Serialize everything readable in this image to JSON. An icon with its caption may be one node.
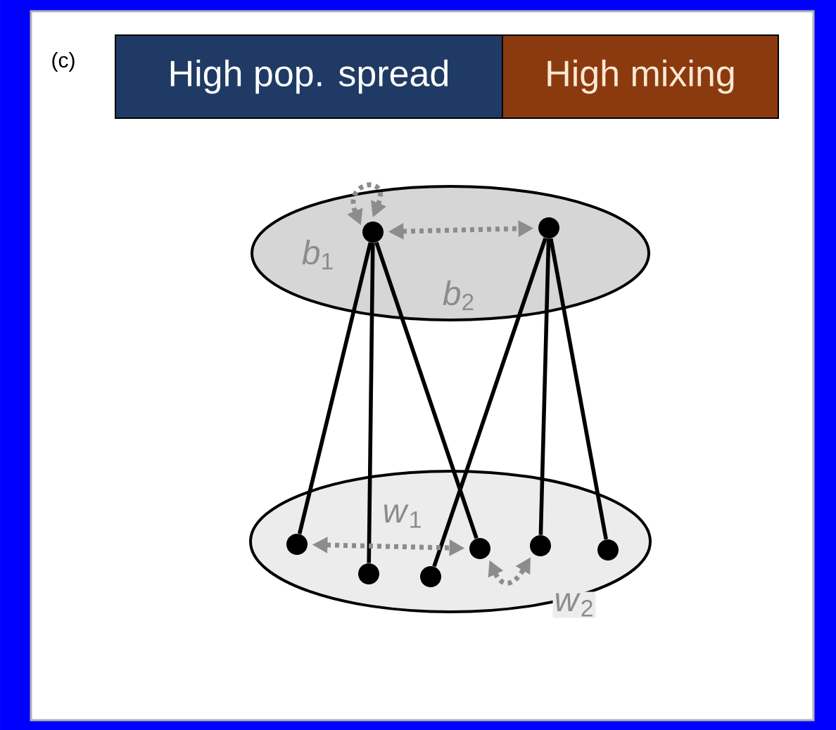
{
  "diagram": {
    "nodes": [
      {
        "text": [
          "High pop. spread"
        ]
      },
      {
        "text": [
          "High mixing"
        ]
      },
      {
        "text": [],
        "shape": "ellipse"
      },
      {
        "text": [],
        "shape": "ellipse"
      },
      {
        "text": [],
        "shape": "circle",
        "in": 2
      },
      {
        "text": [],
        "shape": "circle",
        "in": 2
      },
      {
        "text": [],
        "shape": "circle",
        "in": 3
      },
      {
        "text": [],
        "shape": "circle",
        "in": 3
      },
      {
        "text": [],
        "shape": "circle",
        "in": 3
      },
      {
        "text": [],
        "shape": "circle",
        "in": 3
      },
      {
        "text": [],
        "shape": "circle",
        "in": 3
      },
      {
        "text": [],
        "shape": "circle",
        "in": 3
      }
    ],
    "edges": [
      {
        "from": 4,
        "to": 6,
        "arrow": "none"
      },
      {
        "from": 4,
        "to": 7,
        "arrow": "none"
      },
      {
        "from": 4,
        "to": 9,
        "arrow": "none"
      },
      {
        "from": 5,
        "to": 8,
        "arrow": "none"
      },
      {
        "from": 5,
        "to": 10,
        "arrow": "none"
      },
      {
        "from": 5,
        "to": 11,
        "arrow": "none"
      },
      {
        "from": 4,
        "to": 4,
        "arrow": "both",
        "label": "*b*$_{1}$",
        "style": "dashed",
        "color": "#8c8c8c"
      },
      {
        "from": 4,
        "to": 5,
        "arrow": "both",
        "label": "*b*$_{2}$",
        "style": "dashed",
        "color": "#8c8c8c"
      },
      {
        "from": 6,
        "to": 9,
        "arrow": "both",
        "label": "*w*$_{1}$",
        "style": "dashed",
        "color": "#8c8c8c"
      },
      {
        "from": 9,
        "to": 10,
        "arrow": "both",
        "label": "*w*$_{2}$",
        "style": "dashed",
        "color": "#8c8c8c"
      }
    ],
    "labels": [
      "(c)"
    ]
  }
}
